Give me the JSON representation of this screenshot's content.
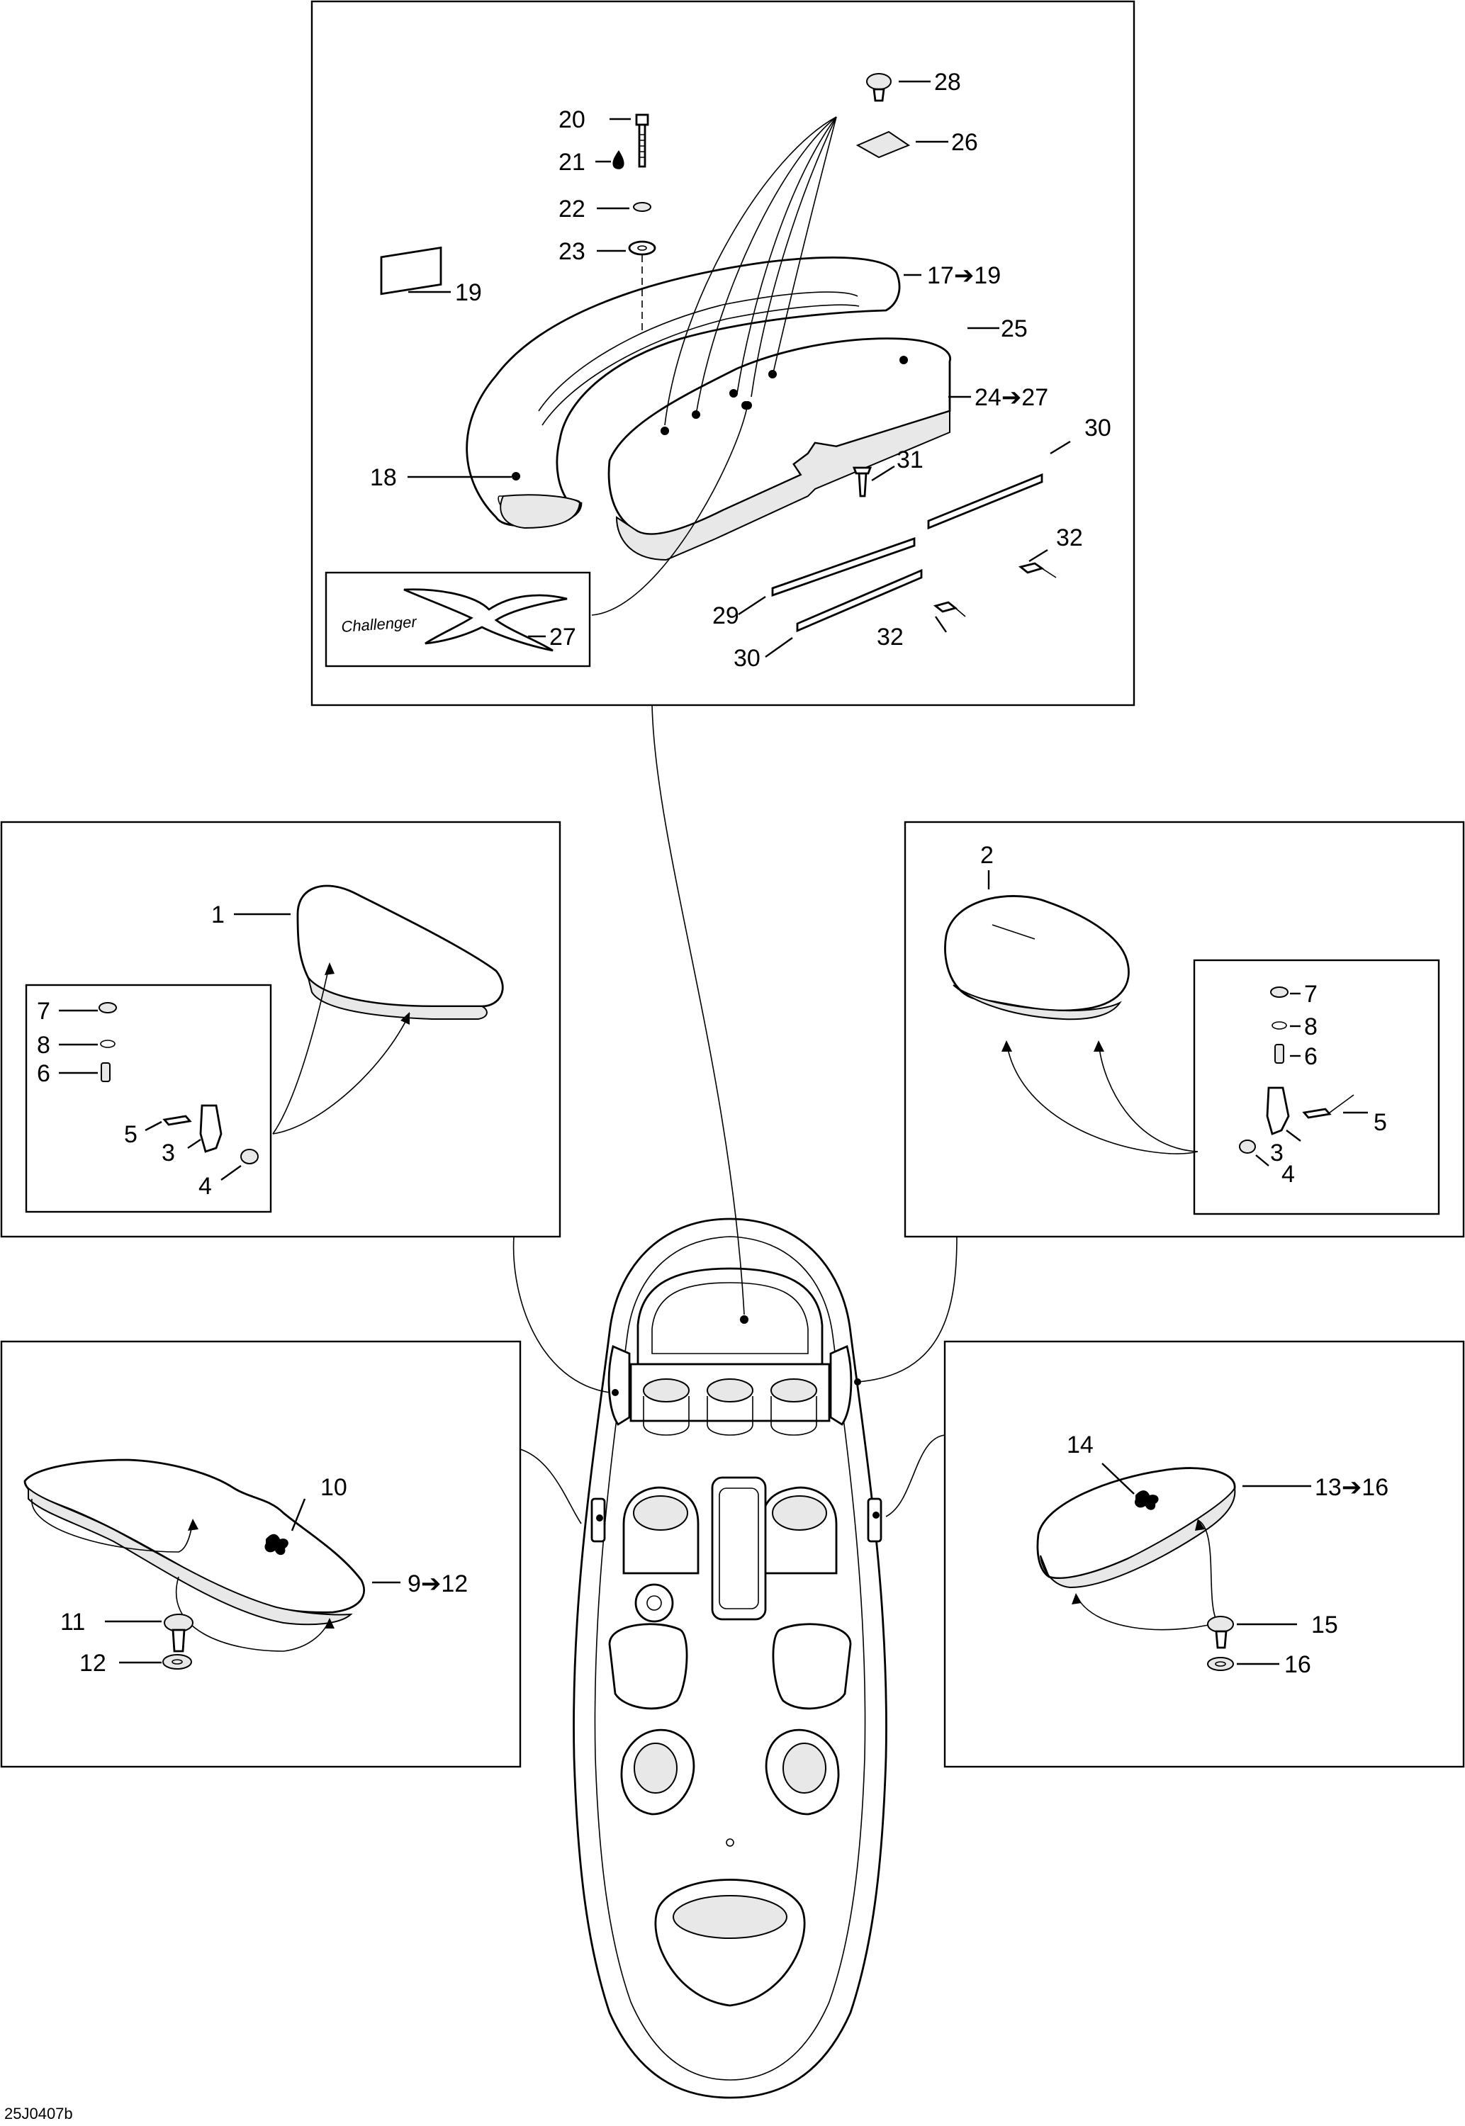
{
  "reference": "25J0407b",
  "decal_text": "Challenger",
  "callouts": {
    "c1": "1",
    "c2": "2",
    "c3": "3",
    "c4": "4",
    "c5": "5",
    "c6": "6",
    "c7": "7",
    "c8": "8",
    "c9_12": "9➔12",
    "c10": "10",
    "c11": "11",
    "c12": "12",
    "c13_16": "13➔16",
    "c14": "14",
    "c15": "15",
    "c16": "16",
    "c17_19": "17➔19",
    "c18": "18",
    "c19": "19",
    "c20": "20",
    "c21": "21",
    "c22": "22",
    "c23": "23",
    "c24_27": "24➔27",
    "c25": "25",
    "c26": "26",
    "c27": "27",
    "c28": "28",
    "c29": "29",
    "c30": "30",
    "c31": "31",
    "c32": "32"
  }
}
